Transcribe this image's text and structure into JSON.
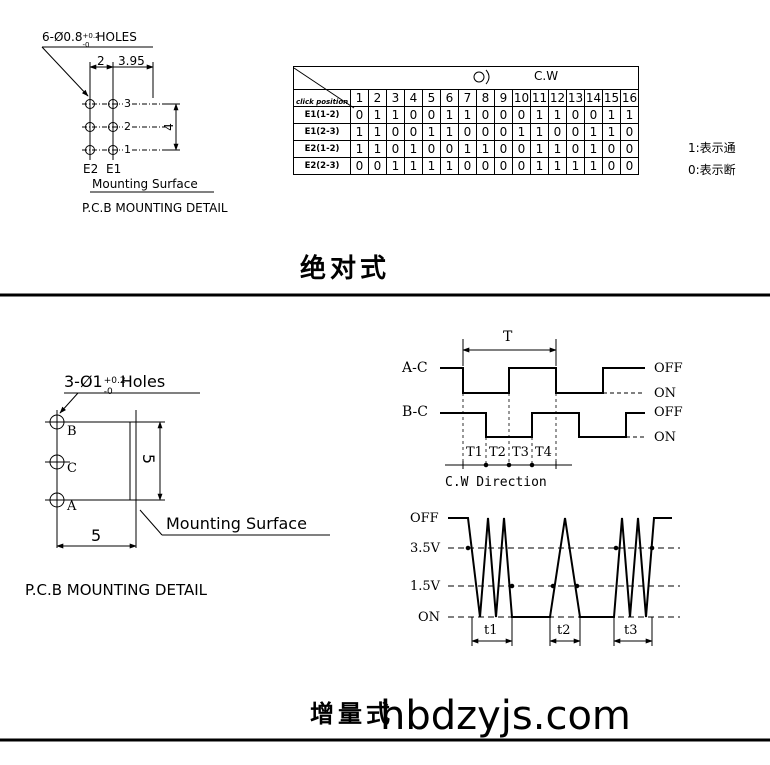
{
  "top_left": {
    "holes_note": "6-Ø0.8",
    "holes_tol_plus": "+0.2",
    "holes_tol_minus": "-0",
    "holes_suffix": "HOLES",
    "dim_2": "2",
    "dim_395": "3.95",
    "dim_4": "4",
    "pin_3": "3",
    "pin_2": "2",
    "pin_1": "1",
    "e2": "E2",
    "e1": "E1",
    "mounting_surface": "Mounting Surface",
    "pcb_detail": "P.C.B MOUNTING DETAIL"
  },
  "code_table": {
    "direction": "C.W",
    "header_label": "click position",
    "positions": [
      "1",
      "2",
      "3",
      "4",
      "5",
      "6",
      "7",
      "8",
      "9",
      "10",
      "11",
      "12",
      "13",
      "14",
      "15",
      "16"
    ],
    "rows": [
      {
        "label": "E1(1-2)",
        "values": [
          "0",
          "1",
          "1",
          "0",
          "0",
          "1",
          "1",
          "0",
          "0",
          "0",
          "1",
          "1",
          "0",
          "0",
          "1",
          "1"
        ]
      },
      {
        "label": "E1(2-3)",
        "values": [
          "1",
          "1",
          "0",
          "0",
          "1",
          "1",
          "0",
          "0",
          "0",
          "1",
          "1",
          "0",
          "0",
          "1",
          "1",
          "0"
        ]
      },
      {
        "label": "E2(1-2)",
        "values": [
          "1",
          "1",
          "0",
          "1",
          "0",
          "0",
          "1",
          "1",
          "0",
          "0",
          "1",
          "1",
          "0",
          "1",
          "0",
          "0"
        ]
      },
      {
        "label": "E2(2-3)",
        "values": [
          "0",
          "0",
          "1",
          "1",
          "1",
          "1",
          "0",
          "0",
          "0",
          "0",
          "1",
          "1",
          "1",
          "1",
          "0",
          "0"
        ]
      }
    ],
    "legend_1": "1:表示通",
    "legend_0": "0:表示断"
  },
  "section_absolute": {
    "title": "绝对式"
  },
  "bottom_left": {
    "holes_note": "3-Ø1",
    "holes_tol_plus": "+0.2",
    "holes_tol_minus": "-0",
    "holes_suffix": "Holes",
    "pin_b": "B",
    "pin_c": "C",
    "pin_a": "A",
    "dim_vertical": "5",
    "dim_horizontal": "5",
    "mounting_surface": "Mounting Surface",
    "pcb_detail": "P.C.B MOUNTING DETAIL"
  },
  "timing": {
    "period": "T",
    "ac_label": "A-C",
    "bc_label": "B-C",
    "off_1": "OFF",
    "on_1": "ON",
    "off_2": "OFF",
    "on_2": "ON",
    "t1": "T1",
    "t2": "T2",
    "t3": "T3",
    "t4": "T4",
    "cw_direction": "C.W Direction"
  },
  "bounce": {
    "off": "OFF",
    "v35": "3.5V",
    "v15": "1.5V",
    "on": "ON",
    "t1": "t1",
    "t2": "t2",
    "t3": "t3"
  },
  "section_incremental": {
    "title": "增量式"
  },
  "watermark": "hbdzyjs.com"
}
